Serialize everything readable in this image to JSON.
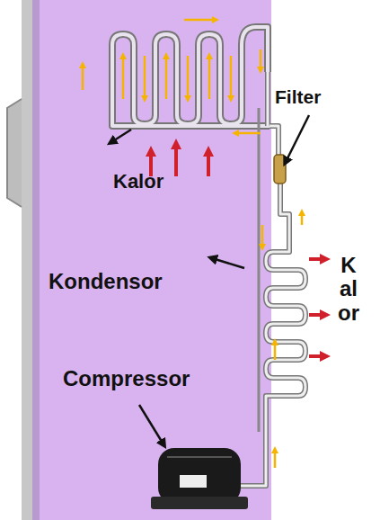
{
  "diagram": {
    "labels": [
      "Filter",
      "Kalor",
      "Kondensor",
      "Kalor",
      "Compressor"
    ]
  }
}
